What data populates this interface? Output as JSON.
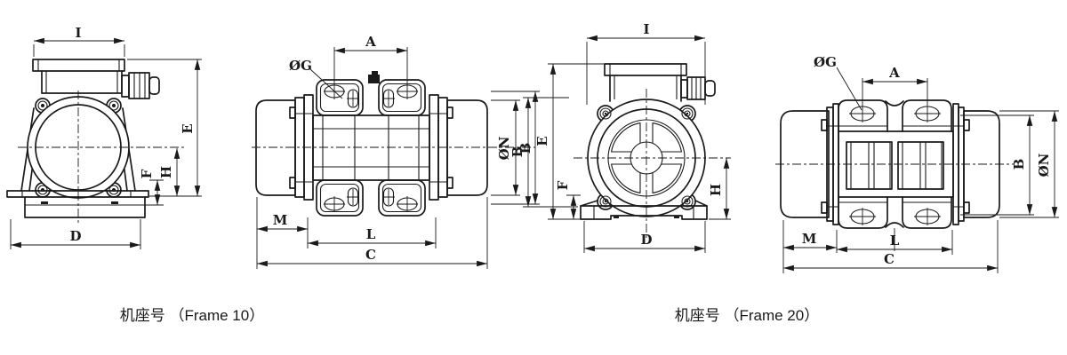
{
  "drawing": {
    "captions": {
      "frame10": "机座号 （Frame 10）",
      "frame20": "机座号 （Frame 20）"
    },
    "views": {
      "frame10_front": {
        "labels": {
          "I": "I",
          "E": "E",
          "F": "F",
          "H": "H",
          "D": "D"
        }
      },
      "frame10_side": {
        "labels": {
          "OG": "ØG",
          "A": "A",
          "ON": "ØN",
          "B": "B",
          "M": "M",
          "L": "L",
          "C": "C"
        }
      },
      "frame20_front": {
        "labels": {
          "I": "I",
          "B": "B",
          "E": "E",
          "F": "F",
          "H": "H",
          "D": "D"
        }
      },
      "frame20_side": {
        "labels": {
          "OG": "ØG",
          "A": "A",
          "B": "B",
          "ON": "ØN",
          "M": "M",
          "L": "L",
          "C": "C"
        }
      }
    },
    "colors": {
      "line": "#1a1a1a",
      "background": "#ffffff"
    }
  }
}
